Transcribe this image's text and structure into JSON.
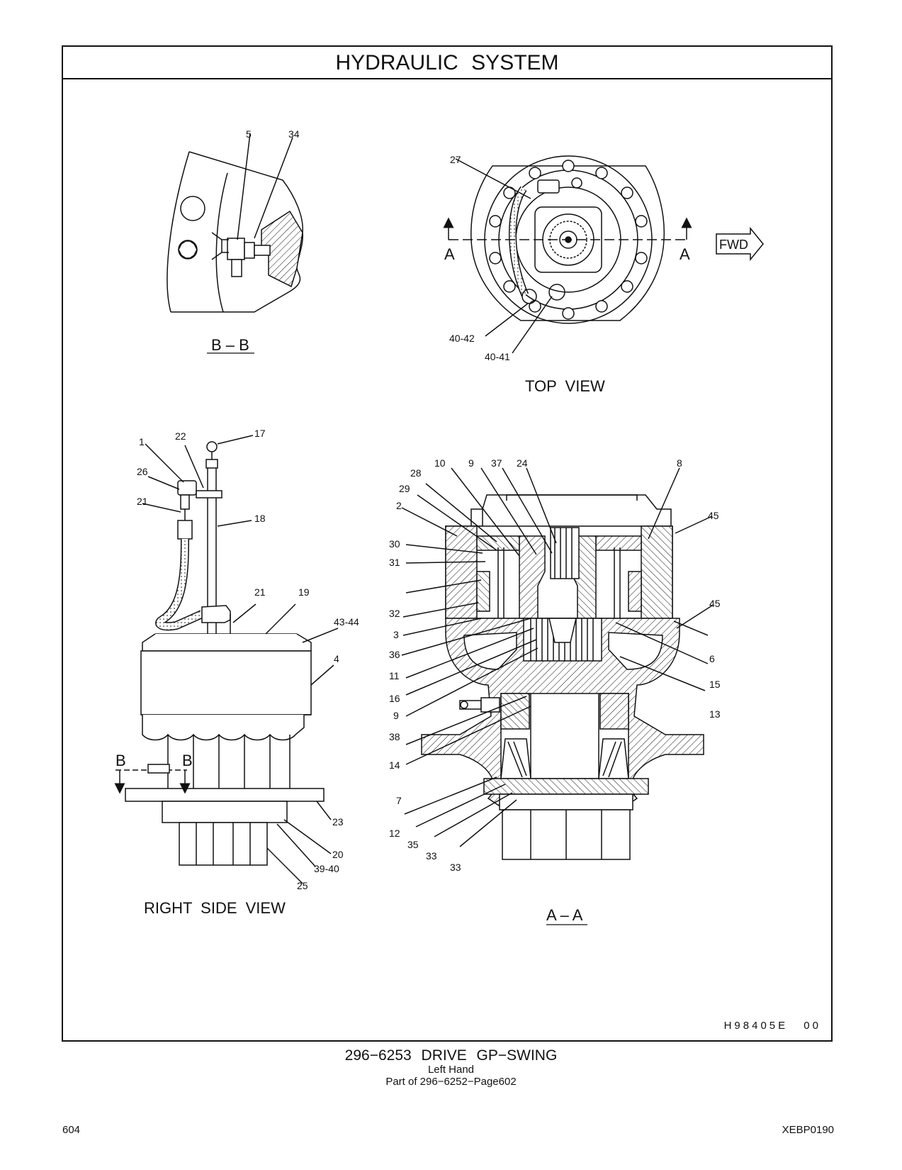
{
  "page_title": "HYDRAULIC SYSTEM",
  "views": {
    "bb": {
      "title": "B – B",
      "callouts": [
        "5",
        "34"
      ]
    },
    "top": {
      "title": "TOP VIEW",
      "section_marker": "A",
      "fwd": "FWD",
      "callouts": [
        "27",
        "40-42",
        "40-41"
      ]
    },
    "right": {
      "title": "RIGHT SIDE VIEW",
      "section_marker": "B",
      "callouts": [
        "1",
        "22",
        "17",
        "26",
        "21",
        "18",
        "21",
        "19",
        "43-44",
        "4",
        "23",
        "20",
        "39-40",
        "25"
      ]
    },
    "aa": {
      "title": "A – A",
      "callouts": [
        "10",
        "9",
        "37",
        "24",
        "8",
        "28",
        "29",
        "2",
        "45",
        "30",
        "31",
        "32",
        "3",
        "36",
        "11",
        "16",
        "9",
        "38",
        "14",
        "7",
        "12",
        "35",
        "33",
        "33",
        "45",
        "6",
        "15",
        "13"
      ]
    }
  },
  "drawing_id": "H98405E 00",
  "caption": {
    "main": "296−6253 DRIVE GP−SWING",
    "sub1": "Left Hand",
    "sub2": "Part of 296−6252−Page602"
  },
  "page_number": "604",
  "doc_code": "XEBP0190"
}
